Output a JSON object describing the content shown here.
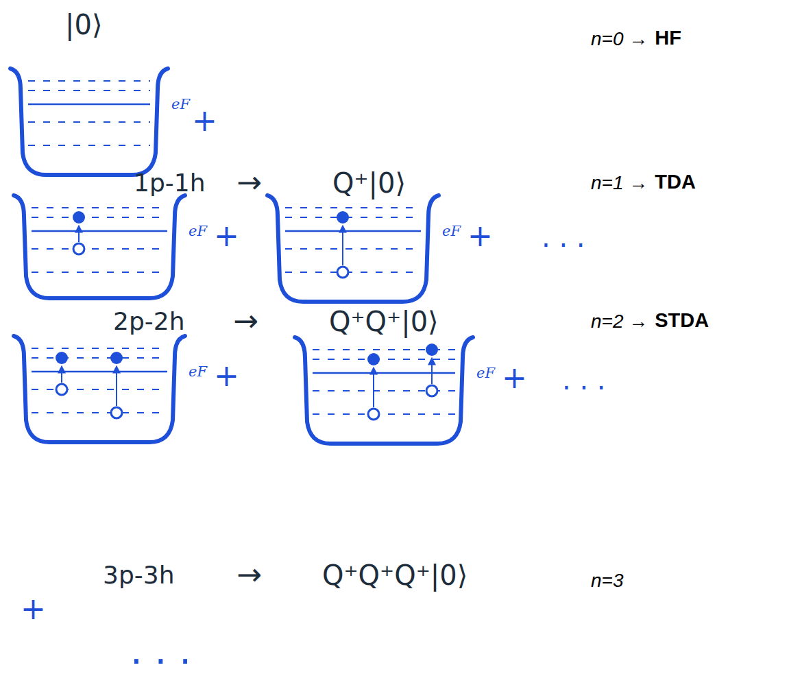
{
  "diagram": {
    "labels": [
      "|0⟩",
      "n=0 →",
      "HF",
      "eF",
      "+",
      "1p-1h",
      "→",
      "Q⁺|0⟩",
      "n=1 →",
      "TDA",
      "eF",
      "+",
      "eF",
      "+",
      ". . .",
      "2p-2h",
      "→",
      "Q⁺Q⁺|0⟩",
      "n=2 →",
      "STDA",
      "eF",
      "+",
      "eF",
      "+",
      ". . .",
      "3p-3h",
      "→",
      "Q⁺Q⁺Q⁺|0⟩",
      "n=3",
      "+",
      ". . ."
    ]
  }
}
